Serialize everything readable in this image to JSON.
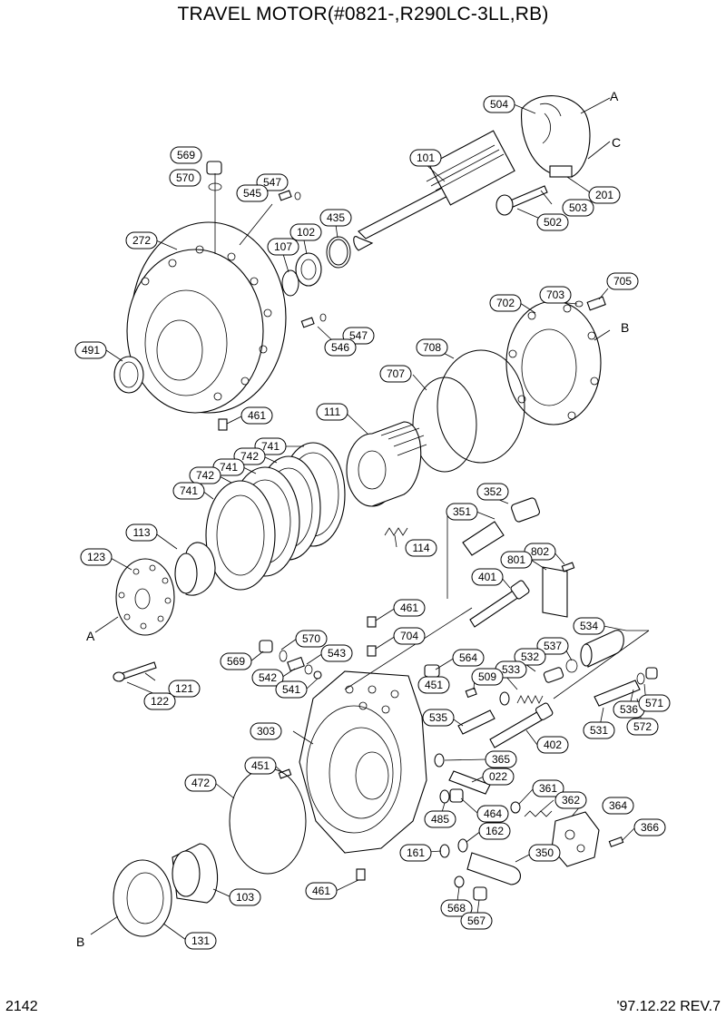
{
  "title": "TRAVEL MOTOR(#0821-,R290LC-3LL,RB)",
  "page_number": "2142",
  "revision": "'97.12.22 REV.7",
  "ref_letters": {
    "a1": "A",
    "c": "C",
    "b1": "B",
    "a2": "A",
    "b2": "B"
  },
  "parts": {
    "p504": "504",
    "p101": "101",
    "p201": "201",
    "p503": "503",
    "p502": "502",
    "p569a": "569",
    "p570a": "570",
    "p547a": "547",
    "p545": "545",
    "p435": "435",
    "p102": "102",
    "p107": "107",
    "p272": "272",
    "p705": "705",
    "p703": "703",
    "p702": "702",
    "p547b": "547",
    "p546": "546",
    "p708": "708",
    "p491": "491",
    "p707": "707",
    "p461a": "461",
    "p111": "111",
    "p741a": "741",
    "p742a": "742",
    "p741b": "741",
    "p742b": "742",
    "p741c": "741",
    "p352": "352",
    "p351": "351",
    "p113": "113",
    "p114": "114",
    "p123": "123",
    "p802": "802",
    "p801": "801",
    "p401": "401",
    "p461b": "461",
    "p534": "534",
    "p570b": "570",
    "p704": "704",
    "p569b": "569",
    "p543": "543",
    "p564": "564",
    "p537": "537",
    "p532": "532",
    "p533": "533",
    "p542": "542",
    "p509": "509",
    "p451a": "451",
    "p121": "121",
    "p541": "541",
    "p122": "122",
    "p536": "536",
    "p571": "571",
    "p535": "535",
    "p572": "572",
    "p303": "303",
    "p531": "531",
    "p402": "402",
    "p365": "365",
    "p451b": "451",
    "p022": "022",
    "p472": "472",
    "p361": "361",
    "p362": "362",
    "p464": "464",
    "p364": "364",
    "p485": "485",
    "p366": "366",
    "p162": "162",
    "p161": "161",
    "p350": "350",
    "p461c": "461",
    "p103": "103",
    "p568": "568",
    "p567": "567",
    "p131": "131"
  }
}
